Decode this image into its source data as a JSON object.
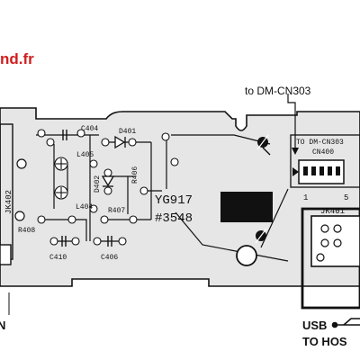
{
  "watermark": "nd.fr",
  "callout": "to DM-CN303",
  "connector_silk": "TO DM-CN303",
  "connector_ref": "CN400",
  "pin_first": "1",
  "pin_last": "5",
  "usb_jack_ref": "JK401",
  "jack_ref": "JK402",
  "board_code": "YG917",
  "board_number": "#3548",
  "usb_label": "USB",
  "usb_sub": "TO HOS",
  "left_label_fragment": "N",
  "components": {
    "c404": "C404",
    "d401": "D401",
    "l405": "L405",
    "d402": "D402",
    "r406": "R406",
    "l404": "L404",
    "r407": "R407",
    "r408": "R408",
    "c410": "C410",
    "c406": "C406"
  },
  "colors": {
    "trace": "#111111",
    "board": "#e6e6e6",
    "watermark": "#d21d1d"
  }
}
